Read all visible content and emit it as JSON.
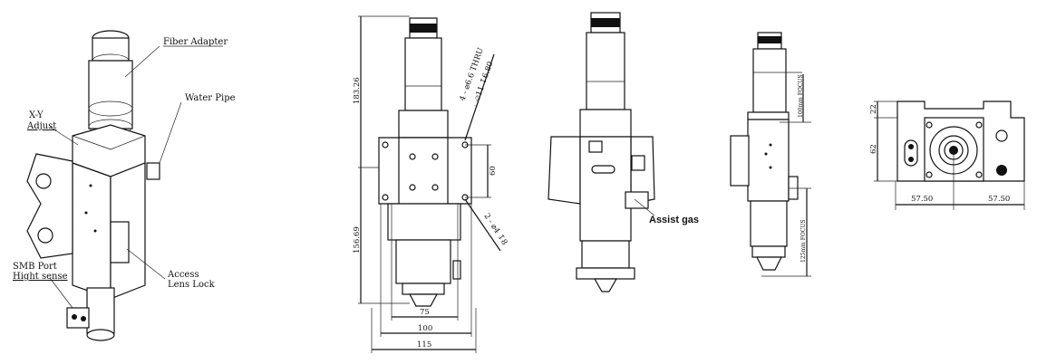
{
  "iso_view": {
    "labels": {
      "fiber_adapter": "Fiber Adapter",
      "water_pipe": "Water Pipe",
      "xy_adjust_1": "X-Y",
      "xy_adjust_2": "Adjust",
      "smb_port": "SMB Port",
      "hight_sense": "Hight sense",
      "access": "Access",
      "lens_lock": "Lens Lock"
    }
  },
  "front_view": {
    "dims": {
      "height_top": "183.26",
      "height_bottom": "156.69",
      "hole_spacing": "60",
      "w75": "75",
      "w100": "100",
      "w115": "115"
    },
    "callouts": {
      "holes_top": "4 - ⌀6.6 THRU",
      "counterbore": "⌴⌀11 ↧6.80",
      "holes_bottom": "2 - ⌀4 ↧8"
    }
  },
  "side_view": {
    "labels": {
      "assist_gas": "Assist gas"
    }
  },
  "right_view": {
    "dims": {
      "focus_top": "100mm FOCUS",
      "focus_bottom": "125mm FOCUS"
    }
  },
  "top_view": {
    "dims": {
      "d22": "22",
      "d62": "62",
      "w_left": "57.50",
      "w_right": "57.50"
    }
  }
}
